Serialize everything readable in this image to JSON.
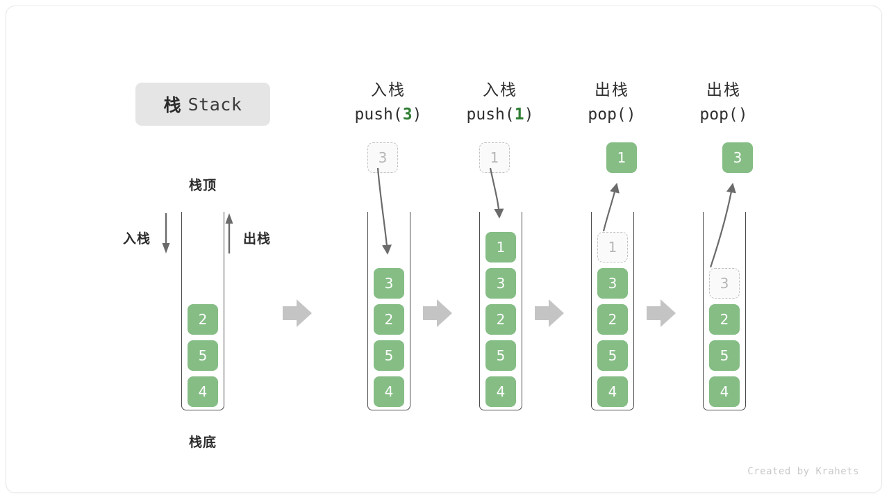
{
  "title": {
    "cn": "栈",
    "en": "Stack"
  },
  "labels": {
    "top": "栈顶",
    "bottom": "栈底",
    "push": "入栈",
    "pop": "出栈"
  },
  "colors": {
    "element_green": "#85bd85",
    "ghost_border": "#c2c2c2",
    "ghost_text": "#b6b6b6",
    "frame_stroke": "#4b4b4b",
    "arrow_gray": "#6b6b6b",
    "transition_arrow": "#c4c4c4",
    "badge_bg": "#e5e5e5",
    "accent_number": "#2e7d32"
  },
  "initial_stack": {
    "values": [
      "2",
      "5",
      "4"
    ]
  },
  "steps": [
    {
      "head_cn": "入栈",
      "head_fn_prefix": "push(",
      "head_fn_num": "3",
      "head_fn_suffix": ")",
      "operation": "push",
      "float_value": "3",
      "float_style": "ghost",
      "stack": [
        "3",
        "2",
        "5",
        "4"
      ],
      "ghost_index": -1
    },
    {
      "head_cn": "入栈",
      "head_fn_prefix": "push(",
      "head_fn_num": "1",
      "head_fn_suffix": ")",
      "operation": "push",
      "float_value": "1",
      "float_style": "ghost",
      "stack": [
        "1",
        "3",
        "2",
        "5",
        "4"
      ],
      "ghost_index": -1
    },
    {
      "head_cn": "出栈",
      "head_fn_prefix": "pop(",
      "head_fn_num": "",
      "head_fn_suffix": ")",
      "operation": "pop",
      "float_value": "1",
      "float_style": "solid",
      "stack": [
        "1",
        "3",
        "2",
        "5",
        "4"
      ],
      "ghost_index": 0
    },
    {
      "head_cn": "出栈",
      "head_fn_prefix": "pop(",
      "head_fn_num": "",
      "head_fn_suffix": ")",
      "operation": "pop",
      "float_value": "3",
      "float_style": "solid",
      "stack": [
        "3",
        "2",
        "5",
        "4"
      ],
      "ghost_index": 0
    }
  ],
  "footer": "Created by Krahets"
}
